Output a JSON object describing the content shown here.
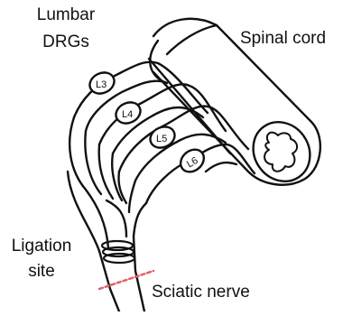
{
  "labels": {
    "lumbar_drgs_line1": "Lumbar",
    "lumbar_drgs_line2": "DRGs",
    "spinal_cord": "Spinal cord",
    "ligation_site_line1": "Ligation",
    "ligation_site_line2": "site",
    "sciatic_nerve": "Sciatic nerve"
  },
  "ganglia": [
    "L3",
    "L4",
    "L5",
    "L6"
  ],
  "colors": {
    "stroke": "#111111",
    "ligation_mark": "#e0606a"
  }
}
